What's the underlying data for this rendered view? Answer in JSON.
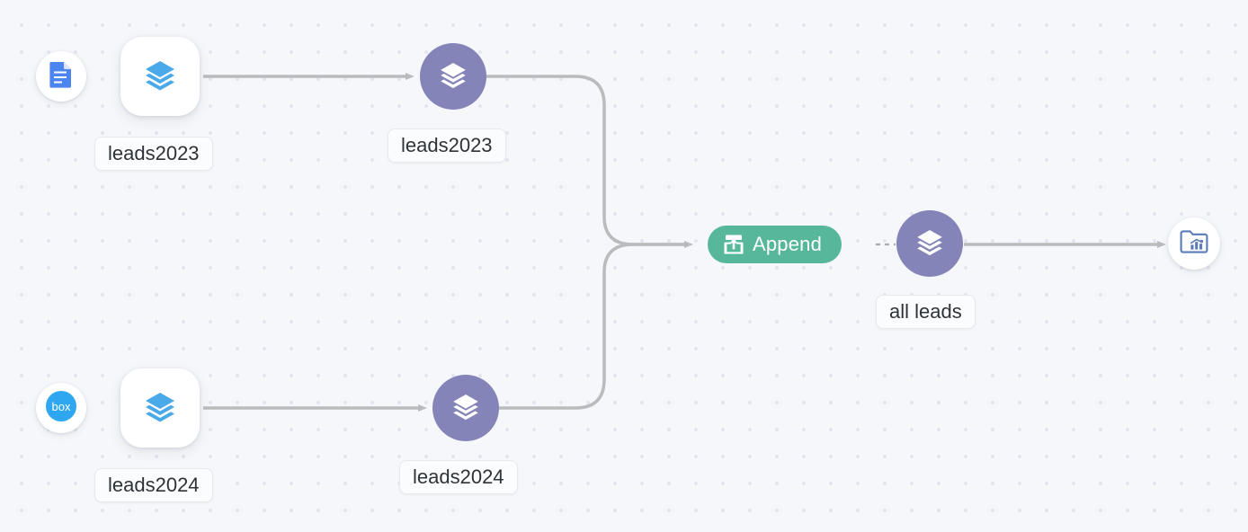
{
  "canvas": {
    "name": "data-pipeline-canvas",
    "background_color": "#f5f7fa",
    "dot_color": "#e3e6ee"
  },
  "palette": {
    "purple_node": "#8484b8",
    "green_op": "#57b79a",
    "blue_layers": "#4aa9e8",
    "docs_blue": "#4c84f0",
    "box_blue": "#2ea7f0",
    "folder_blue": "#5b7cb8",
    "edge_gray": "#b9bbbd",
    "label_text": "#2e3338"
  },
  "sources": [
    {
      "id": "source-gdocs",
      "icon": "google-docs-icon",
      "name": "google-docs-source"
    },
    {
      "id": "source-box",
      "icon": "box-logo-icon",
      "name": "box-source"
    }
  ],
  "datasets": [
    {
      "id": "dataset-leads2023-input",
      "icon": "layers-icon",
      "label": "leads2023"
    },
    {
      "id": "dataset-leads2024-input",
      "icon": "layers-icon",
      "label": "leads2024"
    }
  ],
  "stages": [
    {
      "id": "stage-leads2023",
      "icon": "layers-icon",
      "label": "leads2023"
    },
    {
      "id": "stage-leads2024",
      "icon": "layers-icon",
      "label": "leads2024"
    }
  ],
  "operation": {
    "id": "op-append",
    "icon": "append-upload-icon",
    "label": "Append",
    "color": "#57b79a"
  },
  "output": {
    "id": "output-all-leads",
    "icon": "layers-icon",
    "label": "all leads"
  },
  "destination": {
    "id": "destination-folder",
    "icon": "folder-chart-icon"
  }
}
